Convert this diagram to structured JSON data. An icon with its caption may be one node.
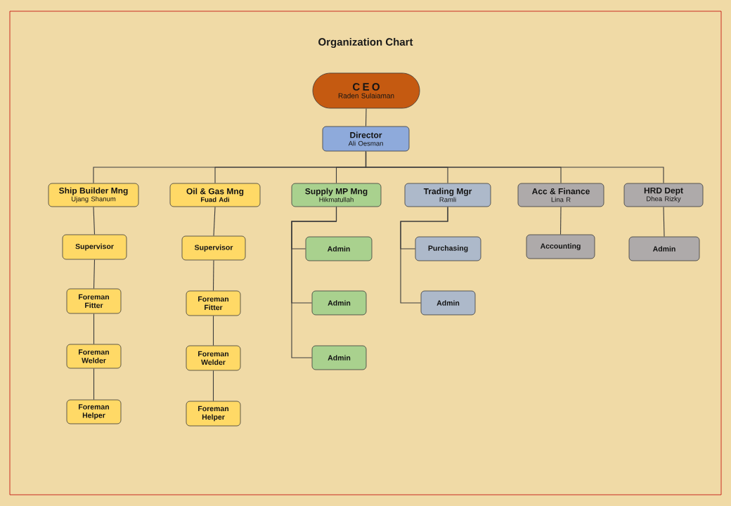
{
  "diagram": {
    "title": "Organization Chart",
    "nodes": [
      {
        "text": [
          "C E O",
          "Raden Sulaiaman"
        ]
      },
      {
        "text": [
          "Director",
          "Ali Oesman"
        ]
      },
      {
        "text": [
          "Ship Builder Mng",
          "Ujang Shanum"
        ]
      },
      {
        "text": [
          "Oil & Gas Mng",
          "Fuad Adi"
        ]
      },
      {
        "text": [
          "Supply MP Mng",
          "Hikmatullah"
        ]
      },
      {
        "text": [
          "Trading Mgr",
          "Ramli"
        ]
      },
      {
        "text": [
          "Acc & Finance",
          "Lina R"
        ]
      },
      {
        "text": [
          "HRD Dept",
          "Dhea Rizky"
        ]
      },
      {
        "text": [
          "Supervisor"
        ]
      },
      {
        "text": [
          "Foreman Fitter"
        ]
      },
      {
        "text": [
          "Foreman Welder"
        ]
      },
      {
        "text": [
          "Foreman Helper"
        ]
      },
      {
        "text": [
          "Supervisor"
        ]
      },
      {
        "text": [
          "Foreman Fitter"
        ]
      },
      {
        "text": [
          "Foreman Welder"
        ]
      },
      {
        "text": [
          "Foreman Helper"
        ]
      },
      {
        "text": [
          "Admin"
        ]
      },
      {
        "text": [
          "Admin"
        ]
      },
      {
        "text": [
          "Admin"
        ]
      },
      {
        "text": [
          "Purchasing"
        ]
      },
      {
        "text": [
          "Admin"
        ]
      },
      {
        "text": [
          "Accounting"
        ]
      },
      {
        "text": [
          "Admin"
        ]
      }
    ],
    "edges": [
      {
        "from": 0,
        "to": 1,
        "arrow": "none"
      },
      {
        "from": 1,
        "to": 2,
        "arrow": "none"
      },
      {
        "from": 1,
        "to": 3,
        "arrow": "none"
      },
      {
        "from": 1,
        "to": 4,
        "arrow": "none"
      },
      {
        "from": 1,
        "to": 5,
        "arrow": "none"
      },
      {
        "from": 1,
        "to": 6,
        "arrow": "none"
      },
      {
        "from": 1,
        "to": 7,
        "arrow": "none"
      },
      {
        "from": 2,
        "to": 8,
        "arrow": "none"
      },
      {
        "from": 8,
        "to": 9,
        "arrow": "none"
      },
      {
        "from": 9,
        "to": 10,
        "arrow": "none"
      },
      {
        "from": 10,
        "to": 11,
        "arrow": "none"
      },
      {
        "from": 3,
        "to": 12,
        "arrow": "none"
      },
      {
        "from": 12,
        "to": 13,
        "arrow": "none"
      },
      {
        "from": 13,
        "to": 14,
        "arrow": "none"
      },
      {
        "from": 14,
        "to": 15,
        "arrow": "none"
      },
      {
        "from": 4,
        "to": 16,
        "arrow": "none"
      },
      {
        "from": 4,
        "to": 17,
        "arrow": "none"
      },
      {
        "from": 4,
        "to": 18,
        "arrow": "none"
      },
      {
        "from": 5,
        "to": 19,
        "arrow": "none"
      },
      {
        "from": 5,
        "to": 20,
        "arrow": "none"
      },
      {
        "from": 6,
        "to": 21,
        "arrow": "none"
      },
      {
        "from": 7,
        "to": 22,
        "arrow": "none"
      }
    ]
  }
}
